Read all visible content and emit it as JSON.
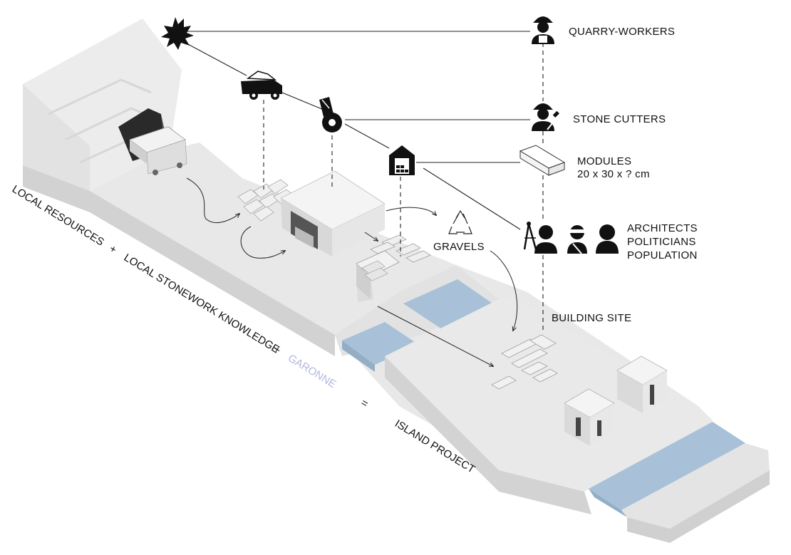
{
  "actors": {
    "quarry_workers": "QUARRY-WORKERS",
    "stone_cutters": "STONE CUTTERS",
    "modules_title": "MODULES",
    "modules_size": "20 x 30 x ? cm",
    "architects": "ARCHITECTS",
    "politicians": "POLITICIANS",
    "population": "POPULATION"
  },
  "places": {
    "gravels": "GRAVELS",
    "building_site": "BUILDING SITE"
  },
  "formula": {
    "local_resources": "LOCAL RESOURCES",
    "plus_1": "+",
    "stonework_knowledge": "LOCAL STONEWORK KNOWLEDGE",
    "plus_2": "+",
    "garonne": "GARONNE",
    "equals": "=",
    "island_project": "ISLAND PROJECT"
  },
  "colors": {
    "terrain": "#e6e6e6",
    "terrain_side": "#d4d4d4",
    "water": "#a8c1d8",
    "garonne_text": "#b3b6e0",
    "icon": "#111111"
  },
  "icons": [
    "explosion-icon",
    "dump-truck-icon",
    "stone-saw-icon",
    "warehouse-icon",
    "worker-helmet-icon",
    "stone-cutter-icon",
    "stone-module-icon",
    "architect-icon",
    "politician-icon",
    "population-icon",
    "recycle-icon"
  ]
}
